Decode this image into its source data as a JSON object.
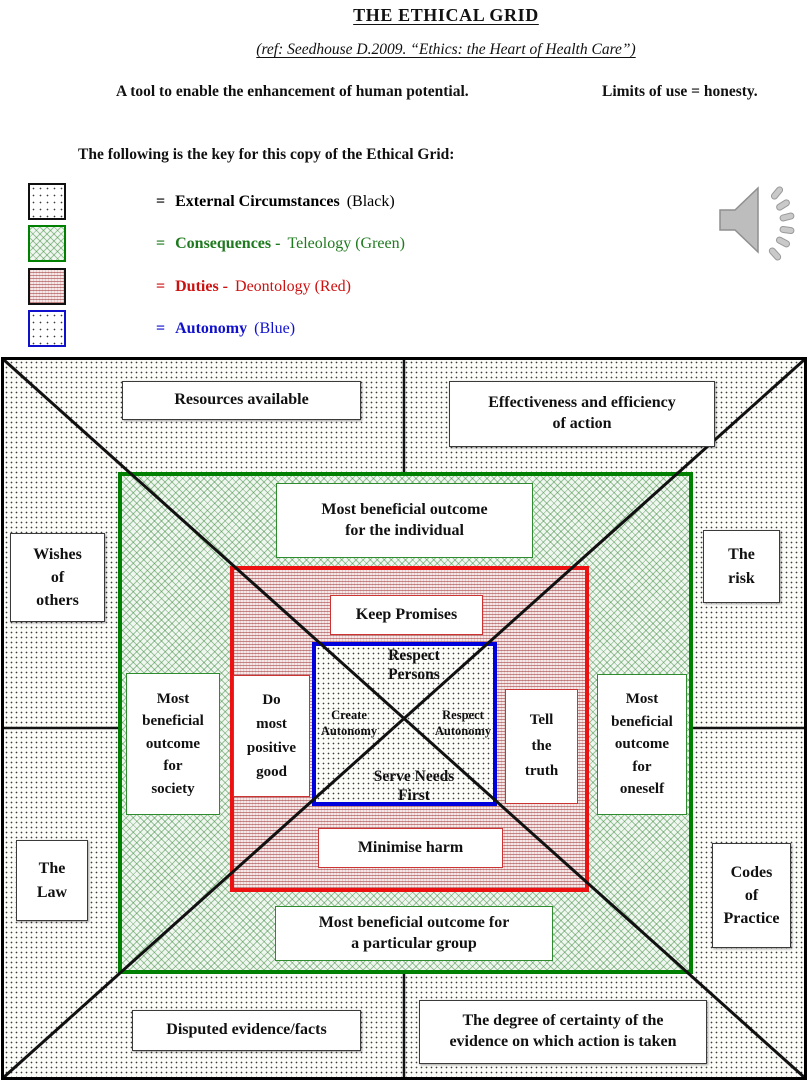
{
  "header": {
    "title": "THE ETHICAL GRID",
    "reference": "(ref: Seedhouse D.2009. “Ethics: the Heart of Health Care”)",
    "tool_line_left": "A tool to enable the enhancement of human potential.",
    "tool_line_right": "Limits of use = honesty.",
    "key_heading": "The following is the key for this copy of the Ethical Grid:"
  },
  "key": {
    "rows": [
      {
        "equals": "=",
        "label": "External Circumstances",
        "suffix": "(Black)",
        "color": "#000000"
      },
      {
        "equals": "=",
        "label": "Consequences -",
        "suffix": "Teleology (Green)",
        "color": "#1f7a1f"
      },
      {
        "equals": "=",
        "label": "Duties -",
        "suffix": "Deontology (Red)",
        "color": "#cc1111"
      },
      {
        "equals": "=",
        "label": "Autonomy",
        "suffix": "(Blue)",
        "color": "#1111cc"
      }
    ]
  },
  "icons": {
    "audio": "speaker-icon"
  },
  "colors": {
    "external": "#000000",
    "consequences": "#008000",
    "duties": "#ee1111",
    "autonomy": "#0000cc"
  },
  "grid": {
    "external": {
      "resources": "Resources available",
      "effectiveness": "Effectiveness and efficiency\nof action",
      "wishes": "Wishes\nof\nothers",
      "risk": "The\nrisk",
      "law": "The\nLaw",
      "codes": "Codes\nof\nPractice",
      "disputed": "Disputed evidence/facts",
      "degree": "The degree of certainty of the\nevidence on which action is taken"
    },
    "consequences": {
      "individual": "Most beneficial outcome\nfor the individual",
      "society": "Most\nbeneficial\noutcome\nfor\nsociety",
      "oneself": "Most\nbeneficial\noutcome\nfor\noneself",
      "group": "Most beneficial outcome for\na particular group"
    },
    "duties": {
      "keep_promises": "Keep Promises",
      "do_good": "Do\nmost\npositive\ngood",
      "tell_truth": "Tell\nthe\ntruth",
      "minimise_harm": "Minimise harm"
    },
    "autonomy": {
      "respect_persons": "Respect\nPersons",
      "create_autonomy": "Create\nAutonomy",
      "respect_autonomy": "Respect\nAutonomy",
      "serve_needs": "Serve Needs\nFirst"
    }
  }
}
